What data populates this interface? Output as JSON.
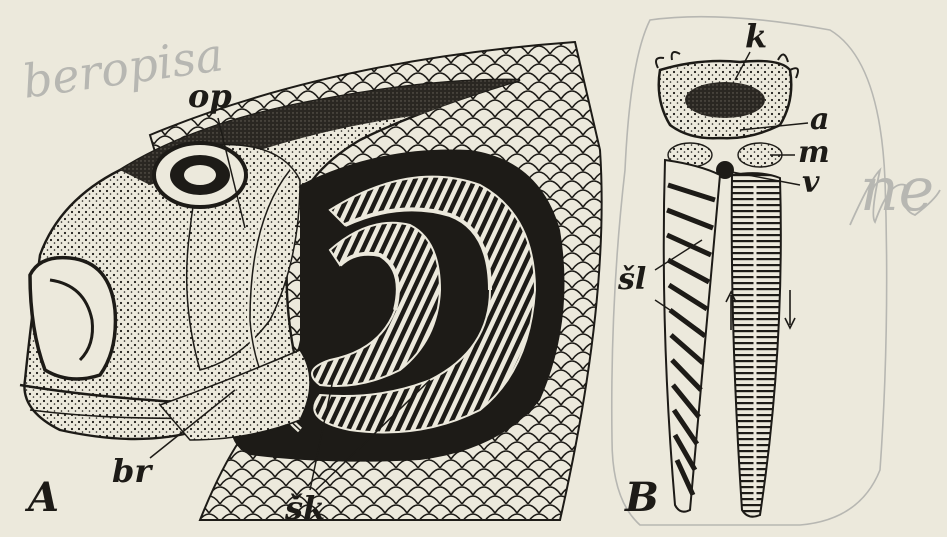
{
  "figure": {
    "panel_a_letter": "A",
    "panel_b_letter": "B"
  },
  "labels": {
    "op": "op",
    "br": "br",
    "sk": "šk",
    "k": "k",
    "a": "a",
    "m": "m",
    "v": "v",
    "sl": "šl"
  },
  "handwriting": {
    "left": "beropisa",
    "right": "ne"
  },
  "colors": {
    "paper": "#ece9dc",
    "ink": "#1d1b17",
    "pencil": "#b7b7b2"
  }
}
